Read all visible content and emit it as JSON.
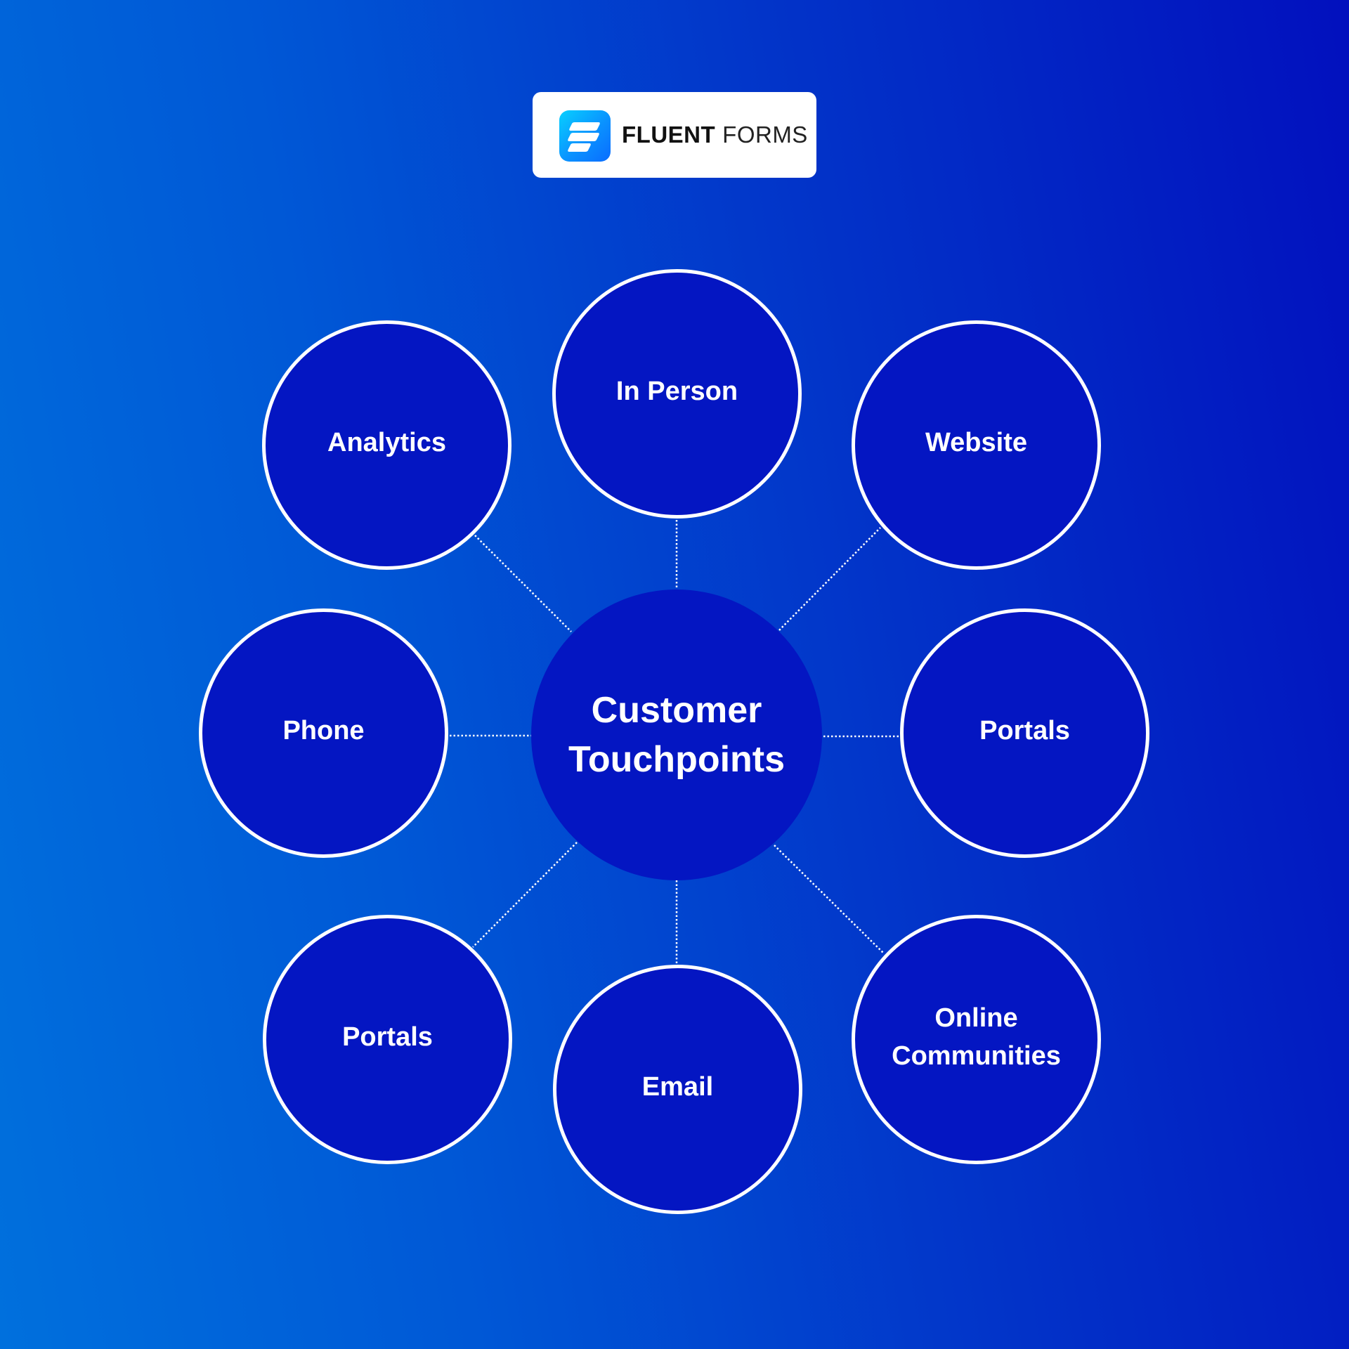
{
  "brand": {
    "icon": "fluent-forms-logo-icon",
    "name_bold": "FLUENT",
    "name_light": "FORMS"
  },
  "diagram": {
    "hub": {
      "line1": "Customer",
      "line2": "Touchpoints"
    },
    "nodes": [
      {
        "label": "In Person"
      },
      {
        "label": "Website"
      },
      {
        "label": "Portals"
      },
      {
        "label": "Online Communities"
      },
      {
        "label": "Email"
      },
      {
        "label": "Portals"
      },
      {
        "label": "Phone"
      },
      {
        "label": "Analytics"
      }
    ]
  },
  "colors": {
    "background_start": "#0070DD",
    "background_end": "#0210BE",
    "circle_fill": "#0416C2",
    "circle_border": "#FFFFFF",
    "text": "#FFFFFF",
    "logo_icon_start": "#08D0FF",
    "logo_icon_end": "#0A6CFF"
  }
}
